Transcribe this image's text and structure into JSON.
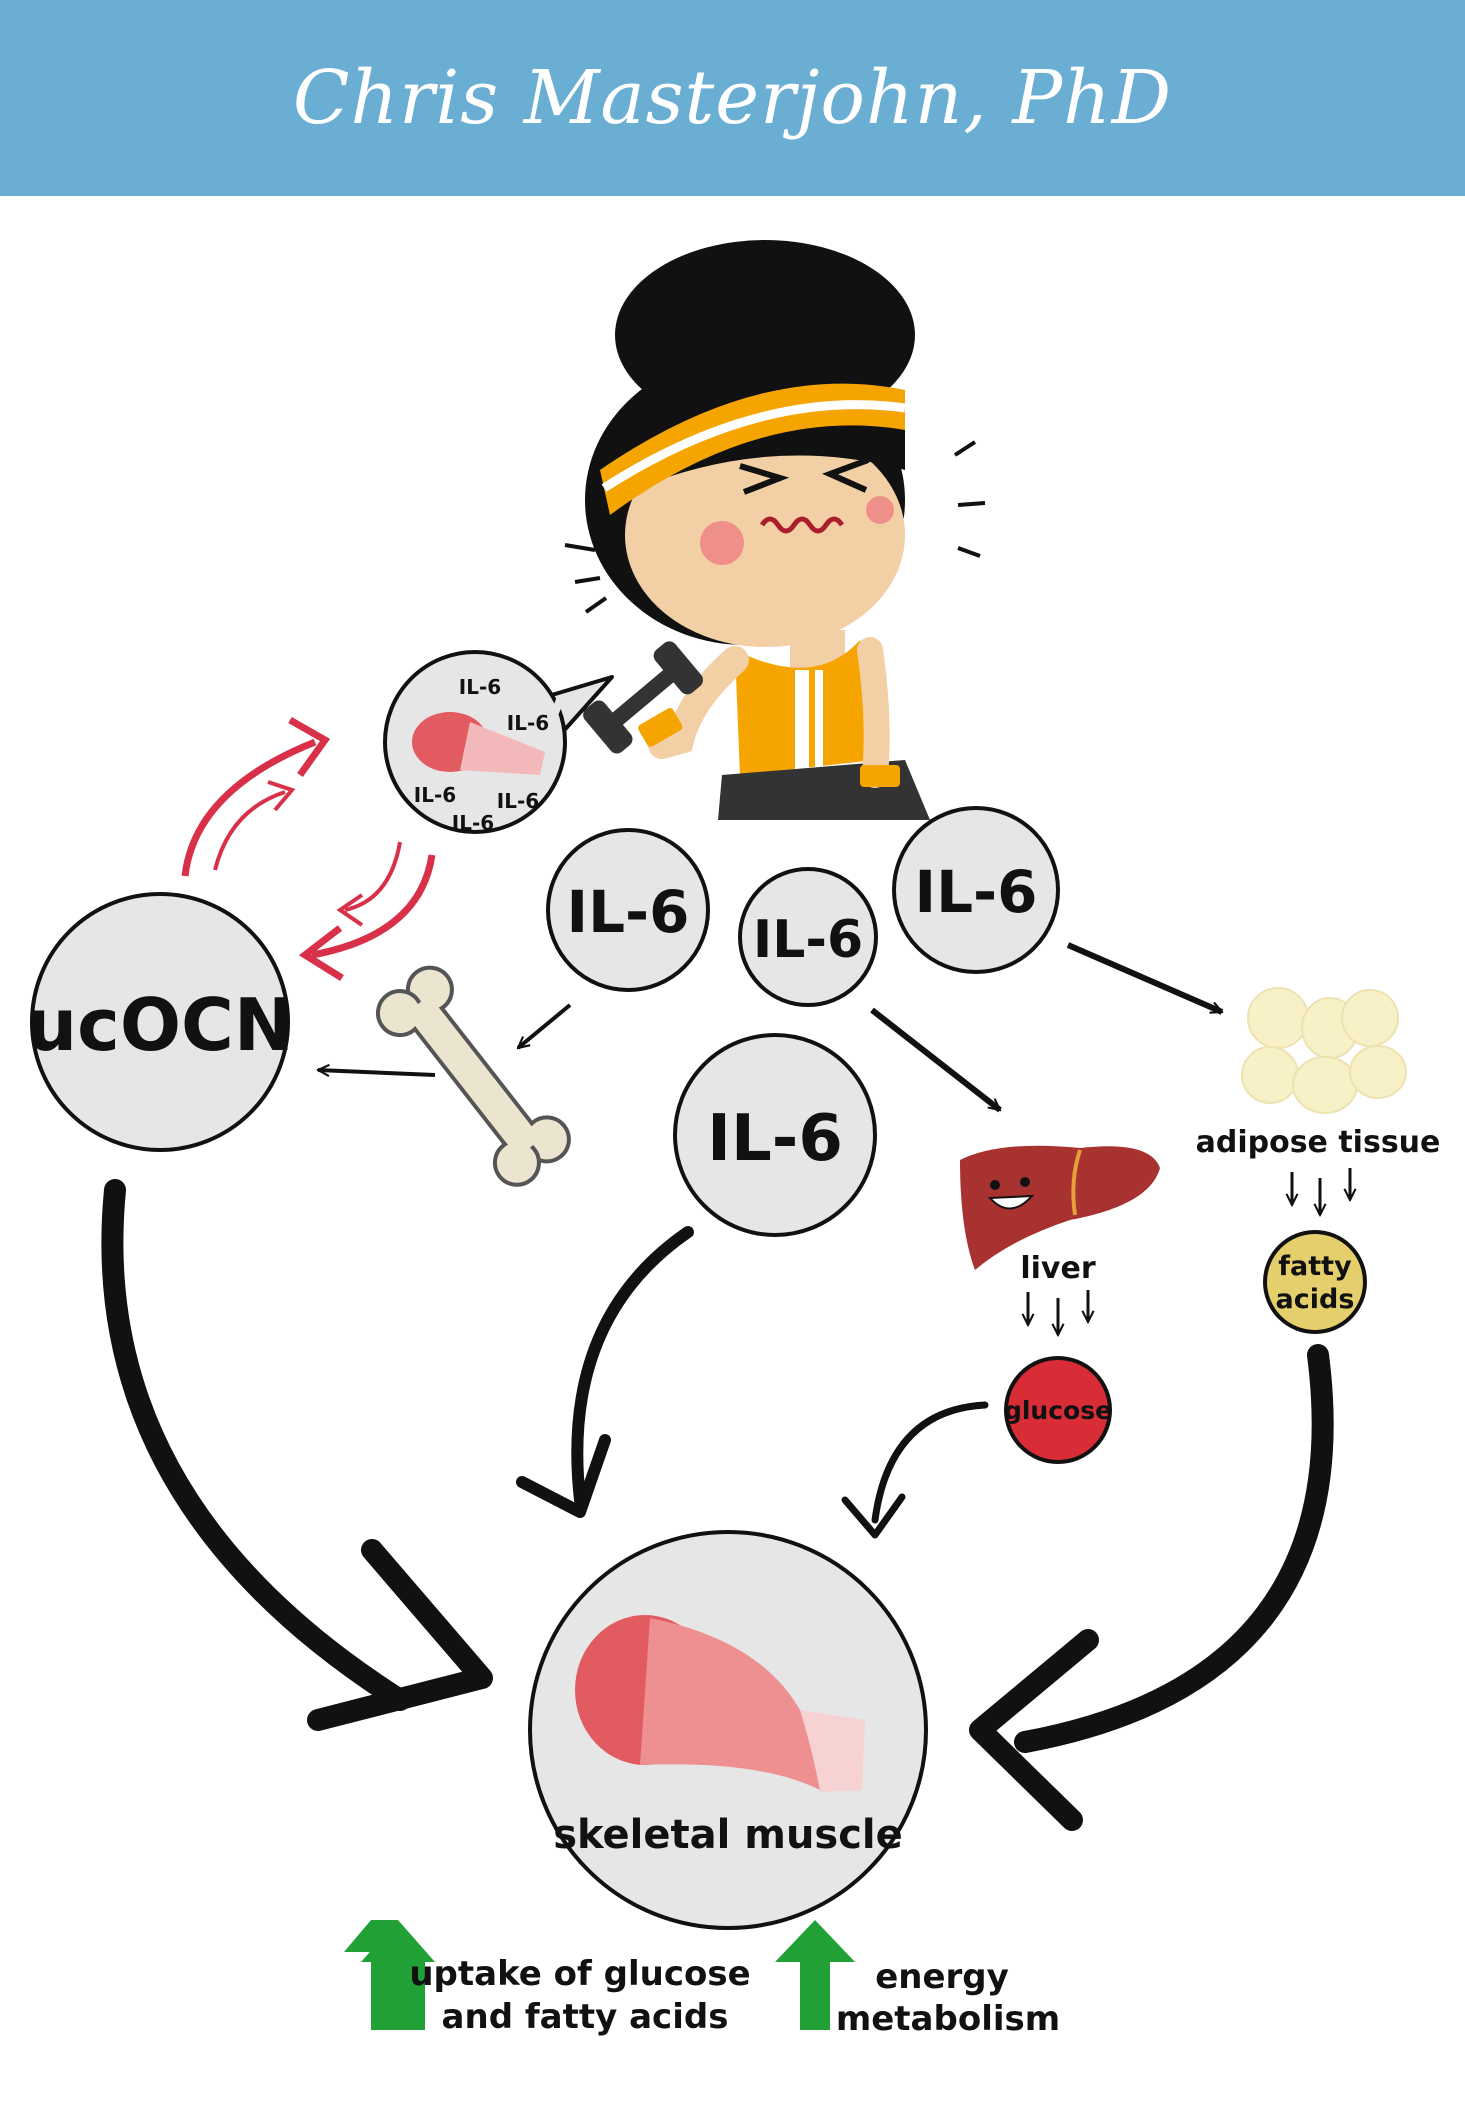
{
  "header": {
    "title": "Chris Masterjohn, PhD"
  },
  "nodes": {
    "ucocn": "ucOCN",
    "il6_a": "IL-6",
    "il6_b": "IL-6",
    "il6_c": "IL-6",
    "il6_d": "IL-6",
    "bubble_labels": [
      "IL-6",
      "IL-6",
      "IL-6",
      "IL-6",
      "IL-6"
    ],
    "adipose": "adipose tissue",
    "fatty_acids_line1": "fatty",
    "fatty_acids_line2": "acids",
    "liver": "liver",
    "glucose": "glucose",
    "muscle": "skeletal muscle"
  },
  "outcomes": {
    "uptake_line1": "uptake of glucose",
    "uptake_line2": "and fatty acids",
    "energy_line1": "energy",
    "energy_line2": "metabolism"
  },
  "colors": {
    "banner": "#6aaed4",
    "node_fill": "#e6e6e6",
    "red_arrow": "#d9304a",
    "glucose": "#d82c36",
    "fatty_acids": "#e4cf6c",
    "liver": "#a8322f",
    "up_arrow": "#21a035",
    "headband": "#f5a400"
  }
}
